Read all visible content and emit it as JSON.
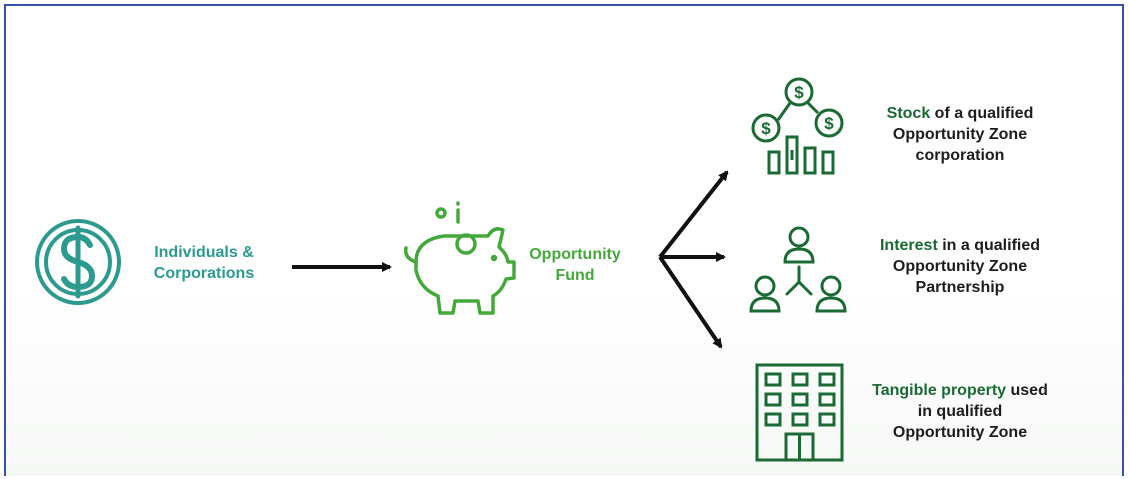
{
  "source": {
    "label_line1": "Individuals &",
    "label_line2": "Corporations"
  },
  "fund": {
    "label_line1": "Opportunity",
    "label_line2": "Fund"
  },
  "outcomes": [
    {
      "icon": "coins-and-bars-icon",
      "highlight": "Stock",
      "line1_rest": " of a qualified",
      "line2": "Opportunity Zone",
      "line3": "corporation"
    },
    {
      "icon": "people-network-icon",
      "highlight": "Interest",
      "line1_rest": " in a qualified",
      "line2": "Opportunity Zone",
      "line3": "Partnership"
    },
    {
      "icon": "office-building-icon",
      "highlight": "Tangible property",
      "line1_rest": " used",
      "line2": "in qualified",
      "line3": "Opportunity Zone"
    }
  ],
  "colors": {
    "teal": "#2c9a8f",
    "green": "#45a83b",
    "dark_green": "#1a6a34",
    "border": "#3a4fa8",
    "arrow": "#111111"
  }
}
